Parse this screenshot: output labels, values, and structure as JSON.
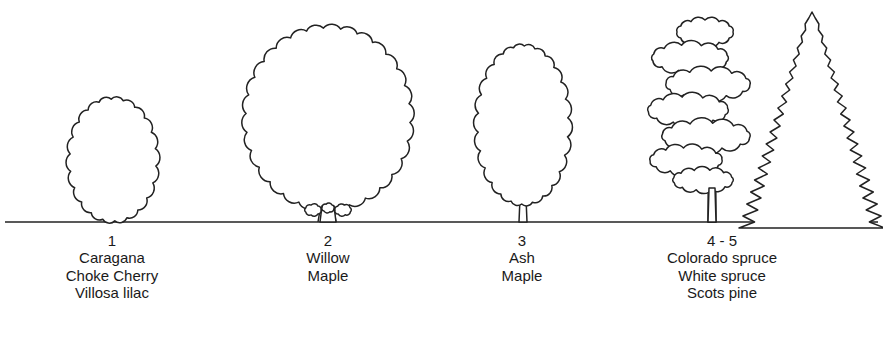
{
  "diagram": {
    "labels": [
      "1",
      "Caragana",
      "Choke Cherry",
      "Villosa lilac",
      "2",
      "Willow",
      "Maple",
      "3",
      "Ash",
      "Maple",
      "4 - 5",
      "Colorado spruce",
      "White spruce",
      "Scots pine"
    ]
  }
}
